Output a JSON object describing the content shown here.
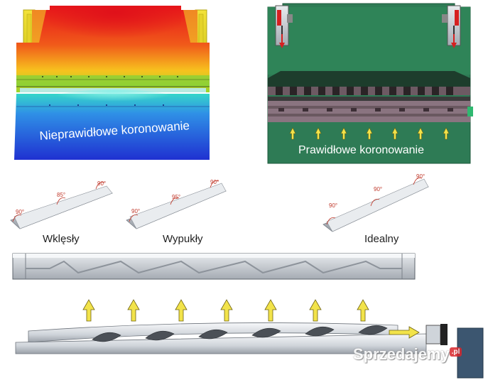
{
  "top_left_panel": {
    "caption": "Nieprawidłowe koronowanie"
  },
  "top_right_panel": {
    "caption": "Prawidłowe koronowanie"
  },
  "bend_examples": [
    {
      "label": "Wklęsły",
      "angles": [
        "90°",
        "85°",
        "90°"
      ]
    },
    {
      "label": "Wypukły",
      "angles": [
        "90°",
        "95°",
        "90°"
      ]
    },
    {
      "label": "Idealny",
      "angles": [
        "90°",
        "90°",
        "90°"
      ]
    }
  ],
  "watermark": {
    "text": "Sprzedajemy",
    "suffix": ".pl"
  },
  "colors": {
    "correct_panel": "#2e7b55",
    "arrow_fill": "#f2e34a",
    "heat_red": "#e31a1c",
    "heat_blue": "#1f3fd6"
  },
  "icons": [
    "up-arrow-icon",
    "right-arrow-icon"
  ]
}
